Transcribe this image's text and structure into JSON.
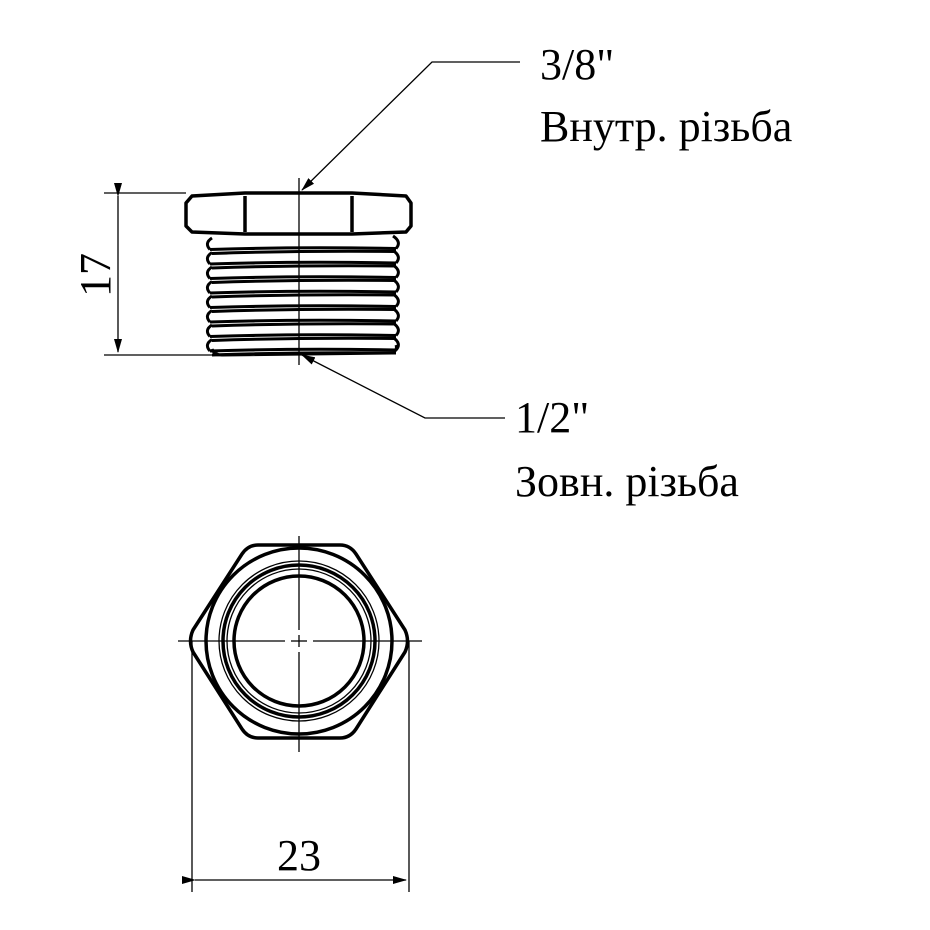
{
  "callouts": {
    "inner_thread_size": "3/8\"",
    "inner_thread_label": "Внутр. різьба",
    "outer_thread_size": "1/2\"",
    "outer_thread_label": "Зовн. різьба"
  },
  "dimensions": {
    "height": "17",
    "width": "23"
  },
  "colors": {
    "line": "#000000",
    "background": "#ffffff"
  }
}
